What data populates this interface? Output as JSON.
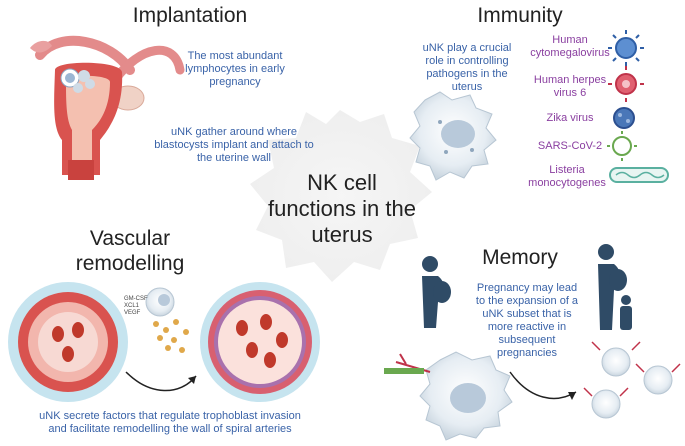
{
  "center": {
    "title_lines": [
      "NK cell",
      "functions in the",
      "uterus"
    ]
  },
  "implantation": {
    "heading": "Implantation",
    "note1_lines": [
      "The most abundant",
      "lymphocytes in early",
      "pregnancy"
    ],
    "note2_lines": [
      "uNK gather around where",
      "blastocysts implant and attach to",
      "the uterine wall"
    ]
  },
  "immunity": {
    "heading": "Immunity",
    "note_lines": [
      "uNK play a crucial",
      "role in controlling",
      "pathogens in the",
      "uterus"
    ],
    "pathogens": [
      {
        "lines": [
          "Human",
          "cytomegalovirus"
        ],
        "color": "#2f5fa6"
      },
      {
        "lines": [
          "Human herpes",
          "virus 6"
        ],
        "color": "#c0334a"
      },
      {
        "lines": [
          "Zika virus"
        ],
        "color": "#2c4f8f"
      },
      {
        "lines": [
          "SARS-CoV-2"
        ],
        "color": "#6aa84f"
      },
      {
        "lines": [
          "Listeria",
          "monocytogenes"
        ],
        "color": "#5ab0a0"
      }
    ]
  },
  "vascular": {
    "heading_lines": [
      "Vascular",
      "remodelling"
    ],
    "factors": [
      "GM-CSF",
      "XCL1",
      "VEGF"
    ],
    "note_lines": [
      "uNK secrete factors that regulate trophoblast invasion",
      "and facilitate remodelling the wall of spiral arteries"
    ]
  },
  "memory": {
    "heading": "Memory",
    "note_lines": [
      "Pregnancy may lead",
      "to the expansion of a",
      "uNK subset that is",
      "more reactive in",
      "subsequent",
      "pregnancies"
    ]
  }
}
